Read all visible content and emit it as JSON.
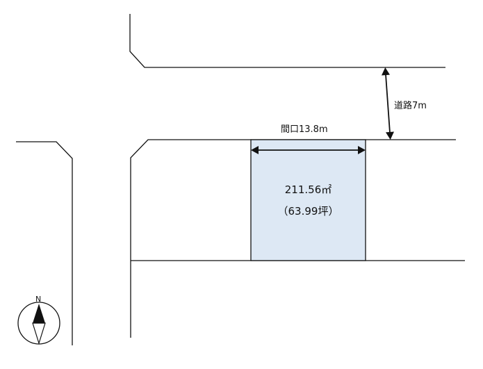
{
  "labels": {
    "road_width": "道路7m",
    "frontage": "間口13.8m",
    "area_m2": "211.56㎡",
    "area_tsubo": "（63.99坪）",
    "compass_north": "N"
  },
  "colors": {
    "lot_fill": "#dde8f4",
    "line": "#111111"
  },
  "icons": {
    "compass": "north-compass-icon",
    "arrow": "double-arrow-icon"
  }
}
